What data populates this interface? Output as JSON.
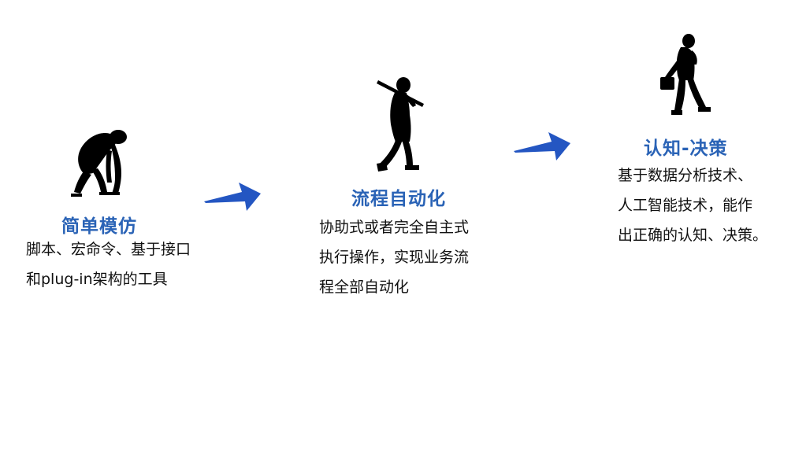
{
  "colors": {
    "title": "#2a63b6",
    "arrow": "#2456c2",
    "text": "#111111",
    "silhouette": "#000000"
  },
  "stages": [
    {
      "icon": "ape-silhouette-icon",
      "title": "简单模仿",
      "lines": [
        "脚本、宏命令、基于接口",
        "和plug-in架构的工具"
      ]
    },
    {
      "icon": "primitive-human-with-stick-icon",
      "title": "流程自动化",
      "lines": [
        "协助式或者完全自主式",
        "执行操作，实现业务流",
        "程全部自动化"
      ]
    },
    {
      "icon": "businessman-with-briefcase-icon",
      "title": "认知-决策",
      "lines": [
        "基于数据分析技术、",
        "人工智能技术，能作",
        "出正确的认知、决策。"
      ]
    }
  ],
  "arrows": [
    "arrow-right-icon",
    "arrow-right-icon"
  ]
}
